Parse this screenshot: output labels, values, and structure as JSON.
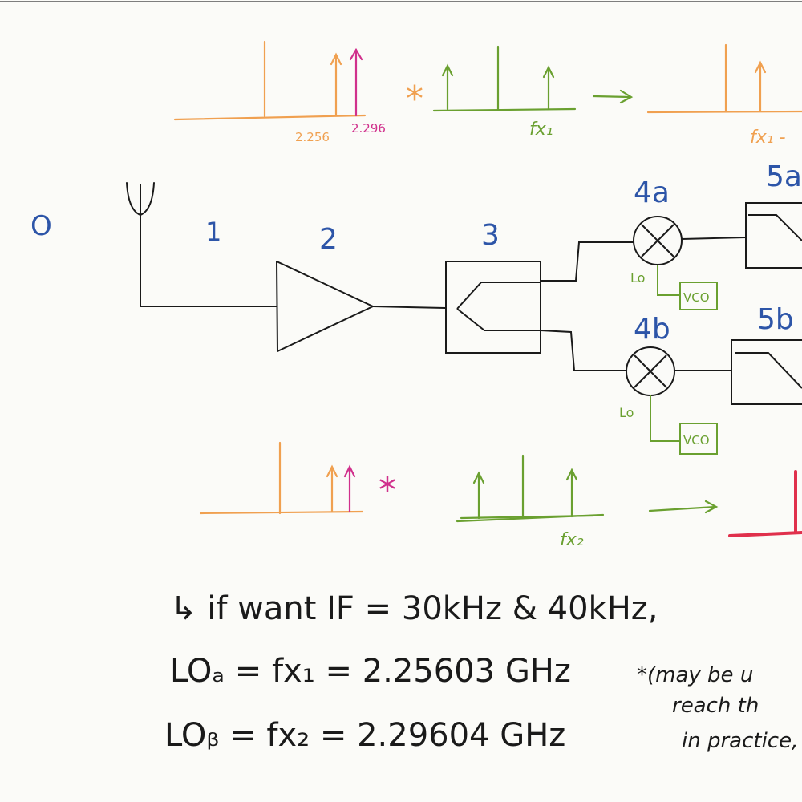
{
  "colors": {
    "ink": "#1a1a1a",
    "blue": "#2d55a8",
    "orange": "#f0a050",
    "magenta": "#d0308c",
    "green": "#6aa030",
    "red": "#e0304c"
  },
  "stages": {
    "s0": "O",
    "s1": "1",
    "s2": "2",
    "s3": "3",
    "s4a": "4a",
    "s4b": "4b",
    "s5a": "5a",
    "s5b": "5b"
  },
  "labels": {
    "lo_top": "Lo",
    "lo_bottom": "Lo",
    "vco_top": "VCO",
    "vco_bottom": "VCO"
  },
  "spectra": {
    "top_left": {
      "tick1": "2.256",
      "tick2": "2.296"
    },
    "top_conv_op": "*",
    "top_fx": "fx₁",
    "top_result": "fx₁ -",
    "bottom_conv_op": "*",
    "bottom_fx": "fx₂"
  },
  "notes": {
    "line1": "↳ if want  IF = 30kHz & 40kHz,",
    "line2": "LOₐ = fx₁ = 2.25603 GHz",
    "line3": "LOᵦ = fx₂ = 2.29604 GHz",
    "aside1": "*(may be u",
    "aside2": "reach th",
    "aside3": "in practice,"
  }
}
